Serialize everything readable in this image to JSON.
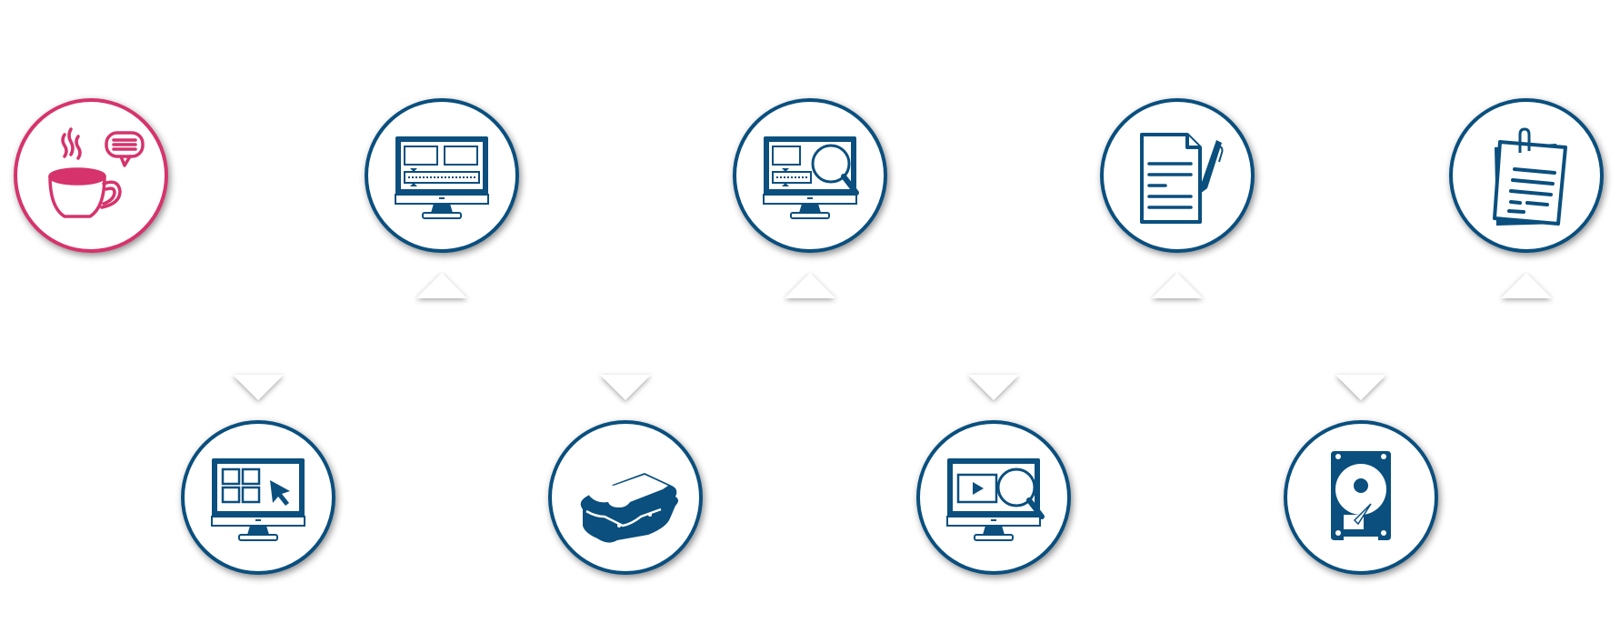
{
  "colors": {
    "primary": "#0a4f7e",
    "accent": "#d6336c",
    "arrow": "#ffffff"
  },
  "steps": [
    {
      "id": "coffee-chat",
      "icon": "coffee-cup-speech-bubble-icon",
      "color": "accent",
      "row": "top"
    },
    {
      "id": "video-editing",
      "icon": "monitor-video-timeline-icon",
      "color": "primary",
      "row": "top"
    },
    {
      "id": "video-review",
      "icon": "monitor-timeline-magnifier-icon",
      "color": "primary",
      "row": "top"
    },
    {
      "id": "document-writing",
      "icon": "document-pen-icon",
      "color": "primary",
      "row": "top"
    },
    {
      "id": "paperwork",
      "icon": "clipped-documents-icon",
      "color": "primary",
      "row": "top"
    },
    {
      "id": "layout-design",
      "icon": "monitor-grid-cursor-icon",
      "color": "primary",
      "row": "bottom"
    },
    {
      "id": "lunch-break",
      "icon": "sandwich-icon",
      "color": "primary",
      "row": "bottom"
    },
    {
      "id": "video-search",
      "icon": "monitor-play-magnifier-icon",
      "color": "primary",
      "row": "bottom"
    },
    {
      "id": "data-storage",
      "icon": "hard-drive-icon",
      "color": "primary",
      "row": "bottom"
    }
  ],
  "arrows": [
    {
      "direction": "down",
      "points_to": "layout-design"
    },
    {
      "direction": "up",
      "points_to": "video-editing"
    },
    {
      "direction": "down",
      "points_to": "lunch-break"
    },
    {
      "direction": "up",
      "points_to": "video-review"
    },
    {
      "direction": "down",
      "points_to": "video-search"
    },
    {
      "direction": "up",
      "points_to": "document-writing"
    },
    {
      "direction": "down",
      "points_to": "data-storage"
    },
    {
      "direction": "up",
      "points_to": "paperwork"
    }
  ]
}
